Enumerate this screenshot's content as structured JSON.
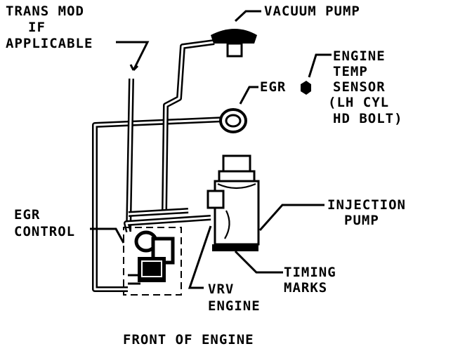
{
  "labels": {
    "trans_mod": [
      "TRANS MOD",
      "IF",
      "APPLICABLE"
    ],
    "vacuum_pump": "VACUUM PUMP",
    "engine_temp_sensor": [
      "ENGINE",
      "TEMP",
      "SENSOR",
      "(LH CYL",
      "HD BOLT)"
    ],
    "egr": "EGR",
    "egr_control": [
      "EGR",
      "CONTROL"
    ],
    "injection_pump": [
      "INJECTION",
      "PUMP"
    ],
    "timing_marks": [
      "TIMING",
      "MARKS"
    ],
    "vrv_engine": [
      "VRV",
      "ENGINE"
    ],
    "front_of_engine": "FRONT OF ENGINE"
  }
}
